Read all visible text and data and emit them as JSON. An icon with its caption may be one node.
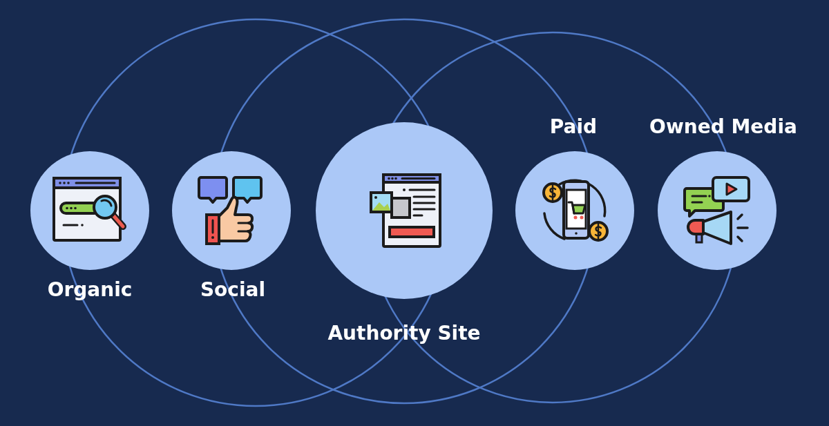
{
  "diagram": {
    "nodes": [
      {
        "text": [
          "Organic"
        ]
      },
      {
        "text": [
          "Social"
        ]
      },
      {
        "text": [
          "Authority Site"
        ]
      },
      {
        "text": [
          "Paid"
        ]
      },
      {
        "text": [
          "Owned Media"
        ]
      }
    ]
  }
}
